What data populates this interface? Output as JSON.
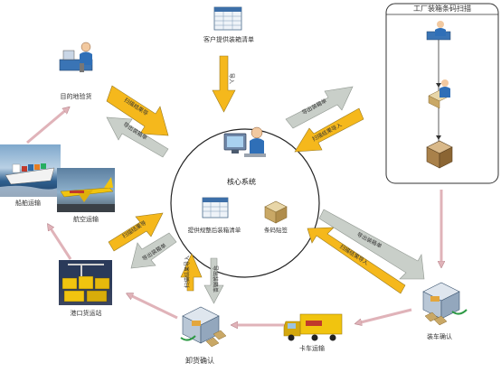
{
  "factory_box": {
    "title": "工厂装箱条码扫描"
  },
  "center": {
    "title": "核心系统",
    "improve_list": "提供规整后装箱清单",
    "barcode": "条码贴签"
  },
  "nodes": {
    "customer_list": "客户提供装箱清单",
    "destination_check": "目的地验货",
    "ship": "船舶运输",
    "air": "航空运输",
    "port": "港口货运站",
    "unload_confirm": "卸货确认",
    "truck": "卡车运输",
    "loading_confirm": "装车确认"
  },
  "arrows": {
    "top_in": "导入",
    "upper_left_in": "扫描结果导",
    "upper_left_out": "导出装箱单",
    "upper_right_out": "导出装箱单",
    "upper_right_in": "扫描结果导入",
    "lower_left_in": "扫描结果导",
    "lower_left_out": "导出装箱单",
    "bottom_in": "扫描结果导入",
    "bottom_out": "导出装箱单",
    "lower_right_out": "导出装箱单",
    "lower_right_in": "扫描结果导入"
  },
  "colors": {
    "yellow_arrow": "#f5b81c",
    "gray_arrow": "#c9cfc9",
    "pink_arrow": "#e8c8cc"
  }
}
